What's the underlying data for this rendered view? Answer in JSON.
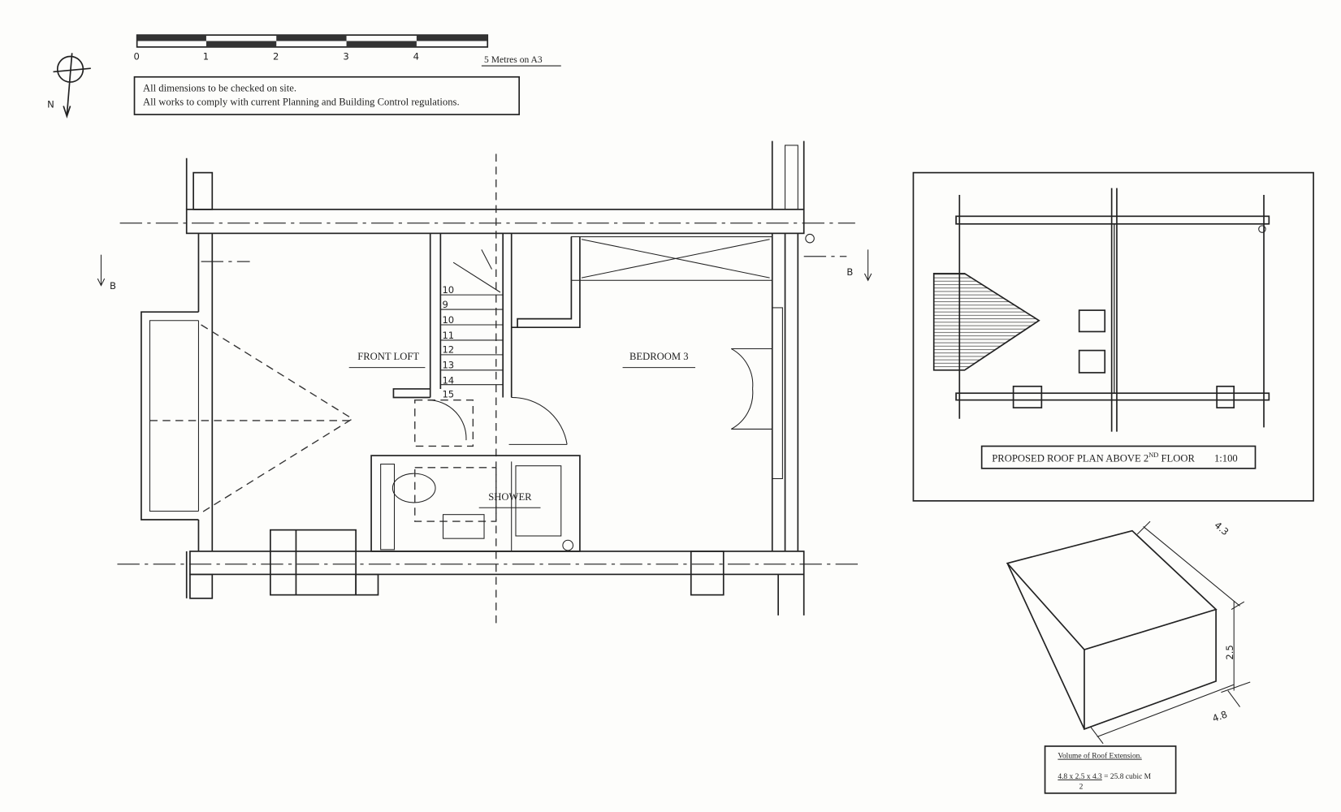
{
  "scale_bar": {
    "ticks": [
      "0",
      "1",
      "2",
      "3",
      "4"
    ],
    "caption": "5 Metres on A3"
  },
  "north": {
    "label": "N"
  },
  "notes": {
    "line1": "All dimensions to be checked on site.",
    "line2": "All works to comply with current Planning and Building Control regulations."
  },
  "plan": {
    "rooms": {
      "front_loft": "FRONT LOFT",
      "bedroom": "BEDROOM 3",
      "shower": "SHOWER"
    },
    "section_marker": "B",
    "stair_numbers": [
      "10",
      "9",
      "10",
      "11",
      "12",
      "13",
      "14",
      "15"
    ]
  },
  "roof_plan": {
    "title_main": "PROPOSED ROOF PLAN ABOVE 2",
    "title_sup": "ND",
    "title_end": " FLOOR",
    "scale": "1:100"
  },
  "volume": {
    "dims": {
      "depth": "4.3",
      "height": "2.5",
      "width": "4.8"
    },
    "heading": "Volume of Roof Extension.",
    "formula": "4.8 x 2.5 x 4.3",
    "result": " = 25.8 cubic M",
    "divisor": "2"
  }
}
